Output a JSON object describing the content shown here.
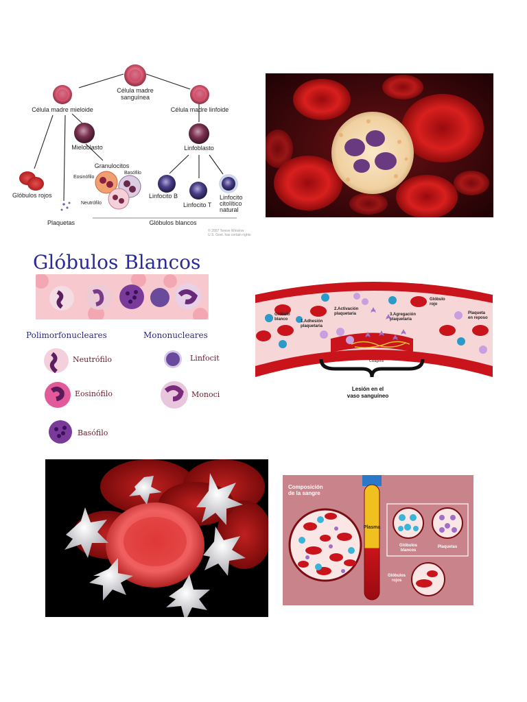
{
  "hematopoiesis": {
    "stem_cell": "Célula madre",
    "stem_cell_2": "sanguínea",
    "myeloid": "Célula madre mieloide",
    "lymphoid": "Célula madre linfoide",
    "myeloblast": "Mieloblasto",
    "lymphoblast": "Linfoblasto",
    "granulocytes": "Granulocitos",
    "basophil": "Basófilo",
    "eosinophil": "Eosinófilo",
    "neutrophil": "Neutrófilo",
    "rbc": "Glóbulos rojos",
    "platelets": "Plaquetas",
    "lymph_b": "Linfocito B",
    "lymph_t": "Linfocito T",
    "nk_1": "Linfocito",
    "nk_2": "citolítico",
    "nk_3": "natural",
    "wbc": "Glóbulos blancos",
    "copyright_1": "© 2007 Terese Winslow",
    "copyright_2": "U.S. Govt. has certain rights"
  },
  "white_cells": {
    "title": "Glóbulos Blancos",
    "polymorph": "Polimorfonucleares",
    "mononuclear": "Mononucleares",
    "neutrophil": "Neutrófilo",
    "eosinophil": "Eosinófilo",
    "basophil": "Basófilo",
    "lymphocyte": "Linfocito",
    "monocyte": "Monocito"
  },
  "vessel": {
    "wbc_1": "Glóbulo",
    "wbc_2": "blanco",
    "step1_1": "1.Adhesión",
    "step1_2": "plaquetaria",
    "step2_1": "2.Activación",
    "step2_2": "plaquetaria",
    "step3_1": "3.Agregación",
    "step3_2": "plaquetaria",
    "rbc_1": "Glóbulo",
    "rbc_2": "rojo",
    "rest_1": "Plaqueta",
    "rest_2": "en reposo",
    "collagen": "Colágeno",
    "lesion_1": "Lesión en el",
    "lesion_2": "vaso sanguíneo"
  },
  "composition": {
    "title_1": "Composición",
    "title_2": "de la sangre",
    "plasma": "Plasma",
    "wbc_1": "Glóbulos",
    "wbc_2": "blancos",
    "platelets": "Plaquetas",
    "rbc_1": "Glóbulos",
    "rbc_2": "rojos"
  },
  "colors": {
    "rbc": "#c8141a",
    "wbc_purple": "#7a3f95",
    "vessel_pink": "#f2c4c4",
    "comp_bg": "#c9838a"
  }
}
